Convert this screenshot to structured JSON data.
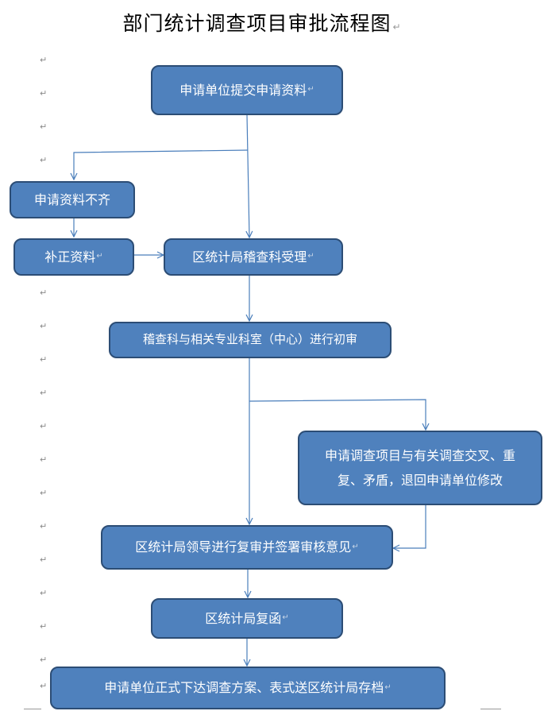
{
  "title": "部门统计调查项目审批流程图",
  "paragraph_mark": "↵",
  "nodes": {
    "submit": "申请单位提交申请资料",
    "incomplete": "申请资料不齐",
    "supplement": "补正资料",
    "accept": "区统计局稽查科受理",
    "initial_review": "稽查科与相关专业科室（中心）进行初审",
    "overlap_line1": "申请调查项目与有关调查交叉、重",
    "overlap_line2": "复、矛盾，退回申请单位修改",
    "leader_review": "区统计局领导进行复审并签署审核意见",
    "reply": "区统计局复函",
    "archive": "申请单位正式下达调查方案、表式送区统计局存档"
  },
  "colors": {
    "box_fill": "#4f81bd",
    "box_border": "#2c4d75",
    "arrow": "#4a7ebb"
  }
}
